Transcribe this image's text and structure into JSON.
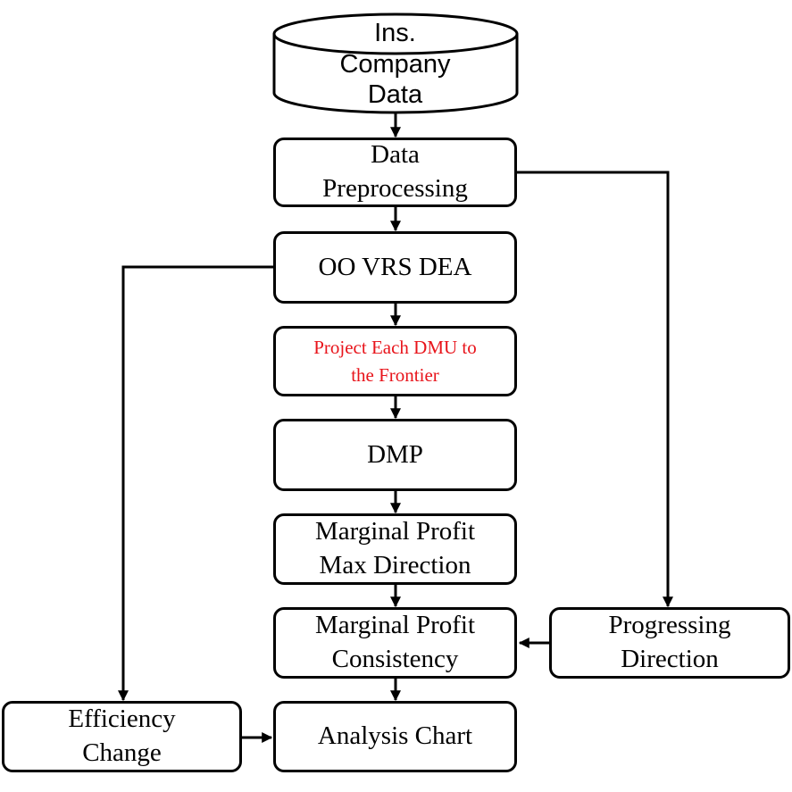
{
  "nodes": {
    "ins_company_data": {
      "lines": [
        "Ins.",
        "Company",
        "Data"
      ]
    },
    "data_preprocessing": {
      "lines": [
        "Data",
        "Preprocessing"
      ]
    },
    "oo_vrs_dea": {
      "lines": [
        "OO VRS DEA"
      ]
    },
    "project_each_dmu": {
      "lines": [
        "Project Each DMU to",
        "the Frontier"
      ]
    },
    "dmp": {
      "lines": [
        "DMP"
      ]
    },
    "marginal_profit_max_direction": {
      "lines": [
        "Marginal Profit",
        "Max Direction"
      ]
    },
    "marginal_profit_consistency": {
      "lines": [
        "Marginal Profit",
        "Consistency"
      ]
    },
    "progressing_direction": {
      "lines": [
        "Progressing",
        "Direction"
      ]
    },
    "efficiency_change": {
      "lines": [
        "Efficiency",
        "Change"
      ]
    },
    "analysis_chart": {
      "lines": [
        "Analysis Chart"
      ]
    }
  },
  "colors": {
    "stroke": "#000000",
    "highlight_text": "#e8141b"
  }
}
